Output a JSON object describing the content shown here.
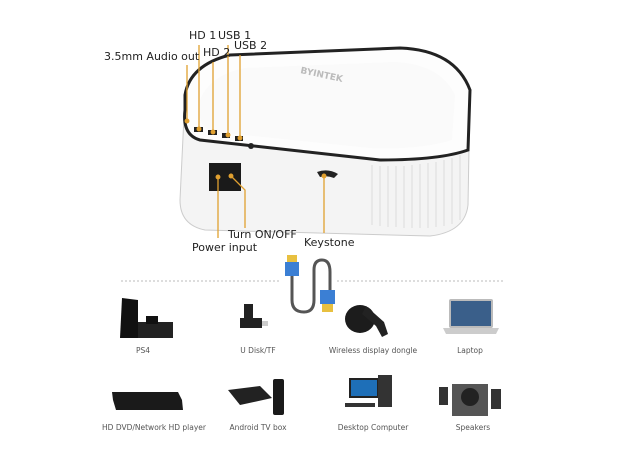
{
  "brand_logo": "BYINTEK",
  "callouts": {
    "audio_out": "3.5mm Audio out",
    "hd1": "HD 1",
    "usb1": "USB 1",
    "hd2": "HD 2",
    "usb2": "USB 2",
    "turn_on_off": "Turn ON/OFF",
    "power_input": "Power input",
    "keystone": "Keystone"
  },
  "callout_color": "#e0a030",
  "devices": [
    {
      "label": "PS4",
      "icon": "game-console-icon"
    },
    {
      "label": "U Disk/TF",
      "icon": "usb-drive-icon"
    },
    {
      "label": "Wireless display dongle",
      "icon": "dongle-icon"
    },
    {
      "label": "Laptop",
      "icon": "laptop-icon"
    },
    {
      "label": "HD DVD/Network HD player",
      "icon": "dvd-player-icon"
    },
    {
      "label": "Android TV box",
      "icon": "tv-box-icon"
    },
    {
      "label": "Desktop Computer",
      "icon": "desktop-computer-icon"
    },
    {
      "label": "Speakers",
      "icon": "speakers-icon"
    }
  ]
}
